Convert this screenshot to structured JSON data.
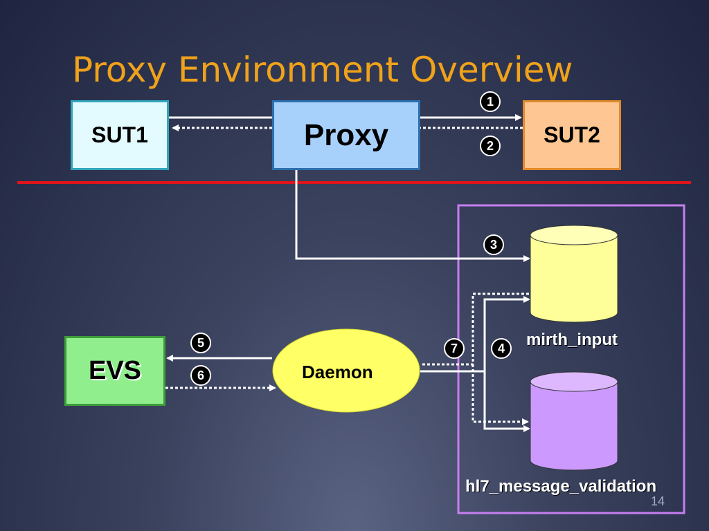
{
  "title": "Proxy Environment Overview",
  "nodes": {
    "sut1": "SUT1",
    "proxy": "Proxy",
    "sut2": "SUT2",
    "evs": "EVS",
    "daemon": "Daemon",
    "mirth_input": "mirth_input",
    "hl7_message_validation": "hl7_message_validation"
  },
  "steps": [
    "1",
    "2",
    "3",
    "4",
    "5",
    "6",
    "7"
  ],
  "page_number": "14",
  "colors": {
    "title": "#f0a21a",
    "divider": "#e0141a",
    "db_group_border": "#c77ef0",
    "mirth_input_db": "#ffff99",
    "hl7_db": "#cc99ff",
    "daemon": "#ffff66",
    "arrows": "#ffffff"
  }
}
